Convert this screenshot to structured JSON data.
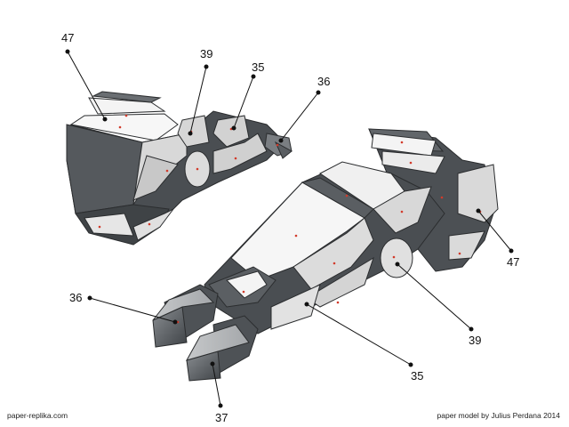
{
  "callouts": [
    {
      "id": "c47a",
      "label": "47"
    },
    {
      "id": "c39a",
      "label": "39"
    },
    {
      "id": "c35a",
      "label": "35"
    },
    {
      "id": "c36a",
      "label": "36"
    },
    {
      "id": "c47b",
      "label": "47"
    },
    {
      "id": "c39b",
      "label": "39"
    },
    {
      "id": "c35b",
      "label": "35"
    },
    {
      "id": "c36b",
      "label": "36"
    },
    {
      "id": "c37",
      "label": "37"
    }
  ],
  "footer": {
    "left": "paper-replika.com",
    "right": "paper model by Julius Perdana 2014"
  },
  "colors": {
    "dark_panel": "#4a4e52",
    "mid_panel": "#5b5f63",
    "light_panel": "#d8d8d8",
    "white_panel": "#f2f2f2",
    "edge": "#2b2d2f",
    "marker": "#d23a2a"
  }
}
